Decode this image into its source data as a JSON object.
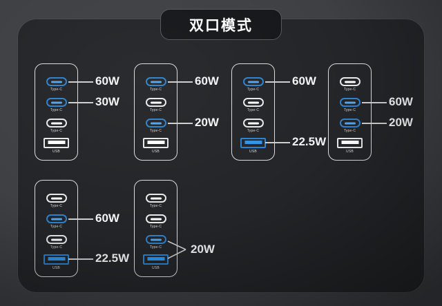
{
  "title": "双口模式",
  "colors": {
    "outer_bg": "#3e4044",
    "panel_bg": "#232528",
    "accent_blue": "#2e82cc",
    "usb_blue": "#2784d4",
    "port_white": "#e9e9e9",
    "leader_line": "#cfcfcf"
  },
  "chargers": [
    {
      "name": "combo-1",
      "ports": [
        {
          "type": "type-c",
          "label": "Type-C",
          "active": true,
          "power": "60W"
        },
        {
          "type": "type-c",
          "label": "Type-C",
          "active": true,
          "power": "30W"
        },
        {
          "type": "type-c",
          "label": "Type-C",
          "active": false
        },
        {
          "type": "usb",
          "label": "USB",
          "active": false
        }
      ]
    },
    {
      "name": "combo-2",
      "ports": [
        {
          "type": "type-c",
          "label": "Type-C",
          "active": true,
          "power": "60W"
        },
        {
          "type": "type-c",
          "label": "Type-C",
          "active": false
        },
        {
          "type": "type-c",
          "label": "Type-C",
          "active": true,
          "power": "20W"
        },
        {
          "type": "usb",
          "label": "USB",
          "active": false
        }
      ]
    },
    {
      "name": "combo-3",
      "ports": [
        {
          "type": "type-c",
          "label": "Type-C",
          "active": true,
          "power": "60W"
        },
        {
          "type": "type-c",
          "label": "Type-C",
          "active": false
        },
        {
          "type": "type-c",
          "label": "Type-C",
          "active": false
        },
        {
          "type": "usb",
          "label": "USB",
          "active": true,
          "power": "22.5W"
        }
      ]
    },
    {
      "name": "combo-4",
      "ports": [
        {
          "type": "type-c",
          "label": "Type-C",
          "active": false
        },
        {
          "type": "type-c",
          "label": "Type-C",
          "active": true,
          "power": "60W"
        },
        {
          "type": "type-c",
          "label": "Type-C",
          "active": true,
          "power": "20W"
        },
        {
          "type": "usb",
          "label": "USB",
          "active": false
        }
      ]
    },
    {
      "name": "combo-5",
      "ports": [
        {
          "type": "type-c",
          "label": "Type-C",
          "active": false
        },
        {
          "type": "type-c",
          "label": "Type-C",
          "active": true,
          "power": "60W"
        },
        {
          "type": "type-c",
          "label": "Type-C",
          "active": false
        },
        {
          "type": "usb",
          "label": "USB",
          "active": true,
          "power": "22.5W"
        }
      ]
    },
    {
      "name": "combo-6",
      "shared_power": "20W",
      "ports": [
        {
          "type": "type-c",
          "label": "Type-C",
          "active": false
        },
        {
          "type": "type-c",
          "label": "Type-C",
          "active": false
        },
        {
          "type": "type-c",
          "label": "Type-C",
          "active": true
        },
        {
          "type": "usb",
          "label": "USB",
          "active": true
        }
      ]
    }
  ]
}
